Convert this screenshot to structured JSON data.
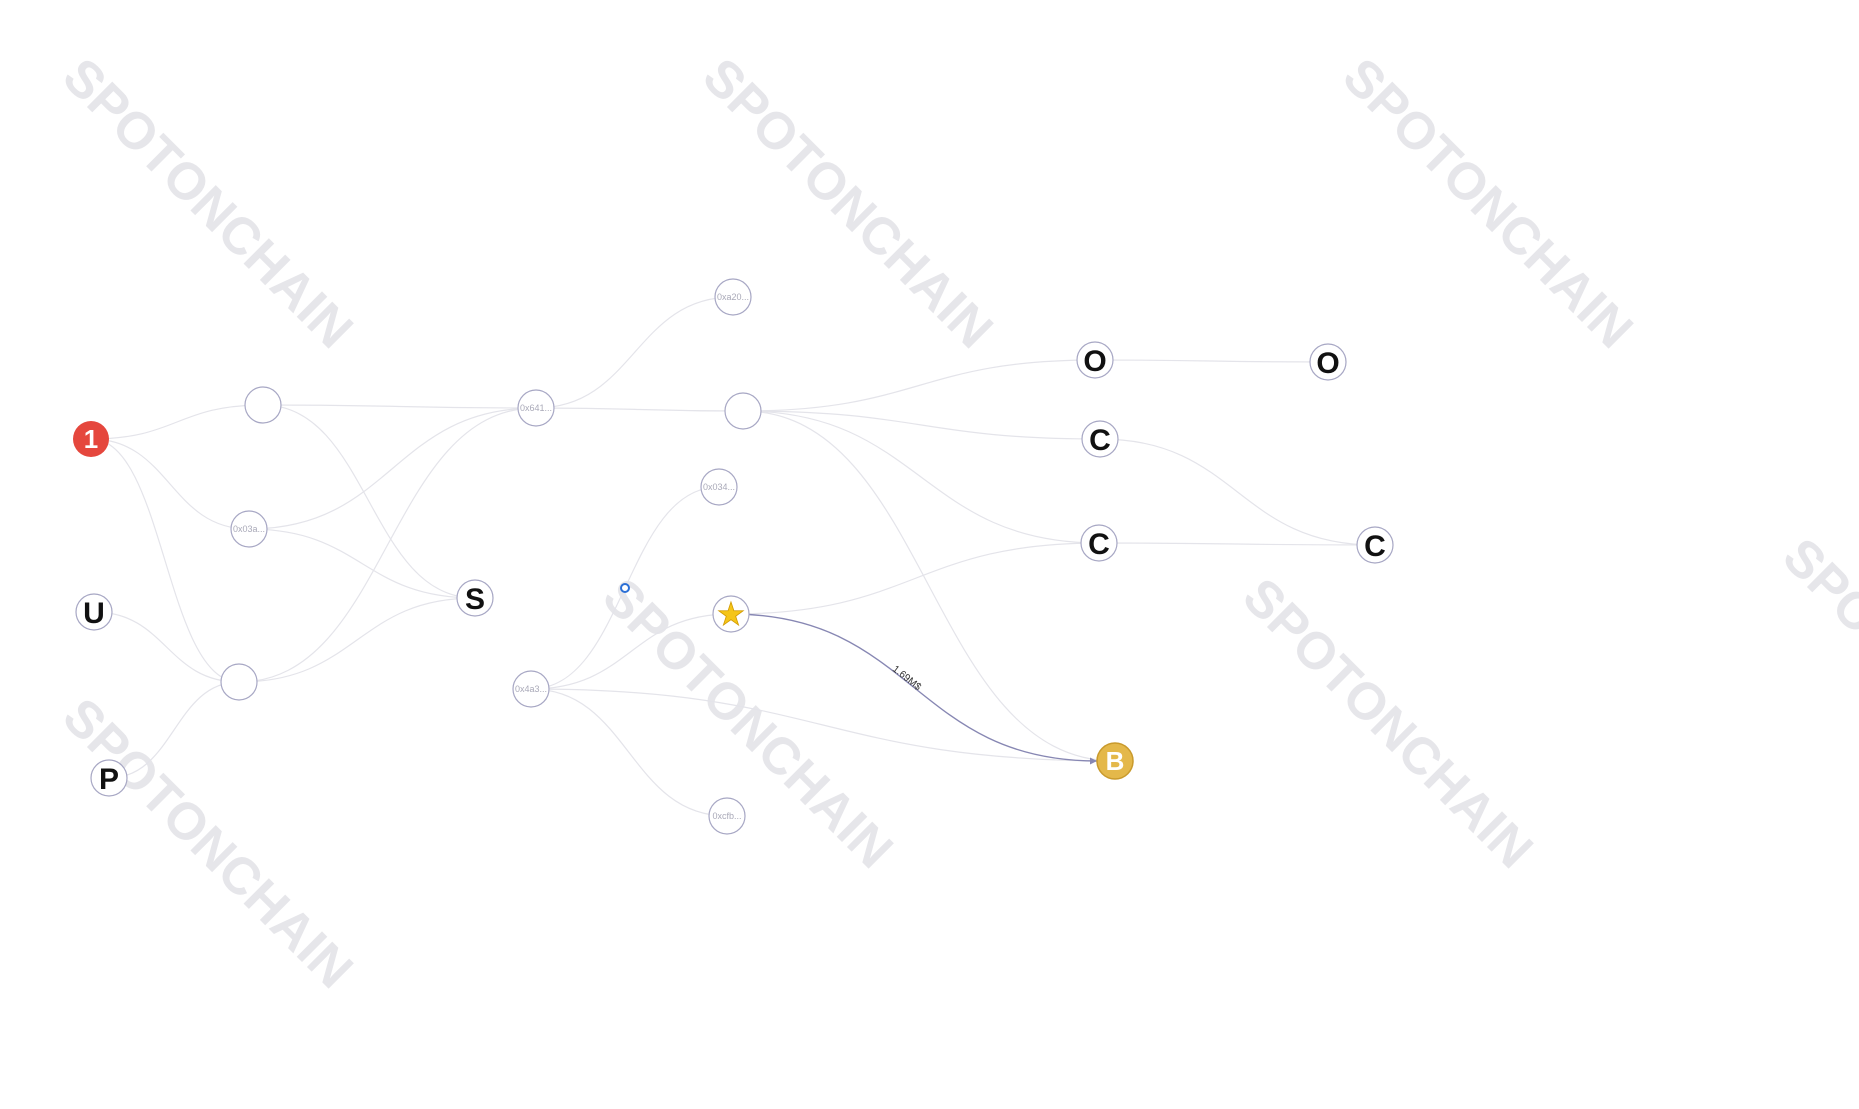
{
  "watermark": {
    "text": "SPOTONCHAIN",
    "color": "#e6e6ea"
  },
  "colors": {
    "edge": "#e4e4ea",
    "node_stroke": "#a7a7c4",
    "highlight_edge": "#8787b3",
    "selected_dot": "#2b6fd6",
    "source_node": "#e5473d",
    "coin_node": "#e4b84a",
    "star": "#f5c518"
  },
  "nodes": [
    {
      "id": "n_one",
      "kind": "source",
      "glyph": "1"
    },
    {
      "id": "n_u",
      "kind": "entity",
      "glyph": "U"
    },
    {
      "id": "n_p",
      "kind": "entity",
      "glyph": "P"
    },
    {
      "id": "n_a",
      "kind": "empty",
      "glyph": ""
    },
    {
      "id": "n_03a",
      "kind": "address",
      "glyph": "0x03a..."
    },
    {
      "id": "n_b",
      "kind": "empty",
      "glyph": ""
    },
    {
      "id": "n_s",
      "kind": "entity",
      "glyph": "S"
    },
    {
      "id": "n_641",
      "kind": "address",
      "glyph": "0x641..."
    },
    {
      "id": "n_4a3",
      "kind": "address",
      "glyph": "0x4a3..."
    },
    {
      "id": "n_dot",
      "kind": "selected",
      "glyph": ""
    },
    {
      "id": "n_a20",
      "kind": "address",
      "glyph": "0xa20..."
    },
    {
      "id": "n_c",
      "kind": "empty",
      "glyph": ""
    },
    {
      "id": "n_034",
      "kind": "address",
      "glyph": "0x034..."
    },
    {
      "id": "n_star",
      "kind": "star",
      "glyph": "★"
    },
    {
      "id": "n_cfb",
      "kind": "address",
      "glyph": "0xcfb..."
    },
    {
      "id": "n_o1",
      "kind": "entity",
      "glyph": "O"
    },
    {
      "id": "n_c1",
      "kind": "entity",
      "glyph": "C"
    },
    {
      "id": "n_c2",
      "kind": "entity",
      "glyph": "C"
    },
    {
      "id": "n_bcoin",
      "kind": "coin",
      "glyph": "B"
    },
    {
      "id": "n_o2",
      "kind": "entity",
      "glyph": "O"
    },
    {
      "id": "n_c3",
      "kind": "entity",
      "glyph": "C"
    }
  ],
  "edges": [
    [
      "n_one",
      "n_a"
    ],
    [
      "n_one",
      "n_03a"
    ],
    [
      "n_one",
      "n_b"
    ],
    [
      "n_u",
      "n_b"
    ],
    [
      "n_p",
      "n_b"
    ],
    [
      "n_a",
      "n_641"
    ],
    [
      "n_a",
      "n_s"
    ],
    [
      "n_03a",
      "n_641"
    ],
    [
      "n_03a",
      "n_s"
    ],
    [
      "n_b",
      "n_641"
    ],
    [
      "n_b",
      "n_s"
    ],
    [
      "n_641",
      "n_a20"
    ],
    [
      "n_641",
      "n_c"
    ],
    [
      "n_4a3",
      "n_034"
    ],
    [
      "n_4a3",
      "n_star"
    ],
    [
      "n_4a3",
      "n_cfb"
    ],
    [
      "n_4a3",
      "n_bcoin"
    ],
    [
      "n_c",
      "n_o1"
    ],
    [
      "n_c",
      "n_c1"
    ],
    [
      "n_c",
      "n_c2"
    ],
    [
      "n_c",
      "n_bcoin"
    ],
    [
      "n_star",
      "n_c2"
    ],
    [
      "n_o1",
      "n_o2"
    ],
    [
      "n_c1",
      "n_c3"
    ],
    [
      "n_c2",
      "n_c3"
    ]
  ],
  "highlight_edge": {
    "from": "n_star",
    "to": "n_bcoin",
    "label": "1.69M$"
  }
}
